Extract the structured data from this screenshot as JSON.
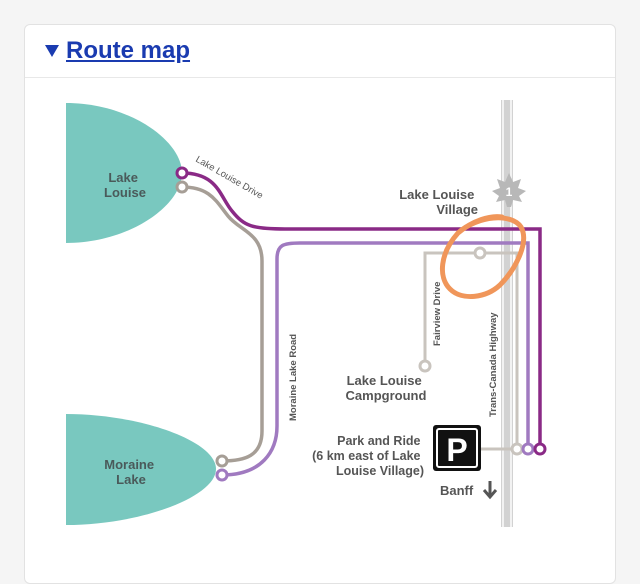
{
  "section": {
    "title": "Route map",
    "toggle_icon": "triangle-down-icon"
  },
  "map": {
    "lakes": {
      "lake_louise": [
        "Lake",
        "Louise"
      ],
      "moraine_lake": [
        "Moraine",
        "Lake"
      ]
    },
    "roads": {
      "lake_louise_drive": "Lake Louise Drive",
      "moraine_lake_road": "Moraine Lake Road",
      "fairview_drive": "Fairview Drive",
      "trans_canada": "Trans-Canada Highway"
    },
    "places": {
      "village": [
        "Lake Louise",
        "Village"
      ],
      "campground": [
        "Lake Louise",
        "Campground"
      ],
      "park_and_ride": [
        "Park and Ride",
        "(6 km east of Lake",
        "Louise Village)"
      ],
      "banff": "Banff"
    },
    "highway_shield_number": "1",
    "parking_sign": "P",
    "icons": [
      "maple-leaf-shield-icon",
      "parking-sign-icon",
      "arrow-down-icon"
    ],
    "colors": {
      "lake": "#79c8bf",
      "route_dark_purple": "#8a2a86",
      "route_light_purple": "#a07ac0",
      "route_grey": "#a69e96",
      "route_light_grey": "#c9c4be",
      "highway": "#c8c8c8",
      "annotation": "#f0965a",
      "link": "#1a3bb0"
    }
  }
}
